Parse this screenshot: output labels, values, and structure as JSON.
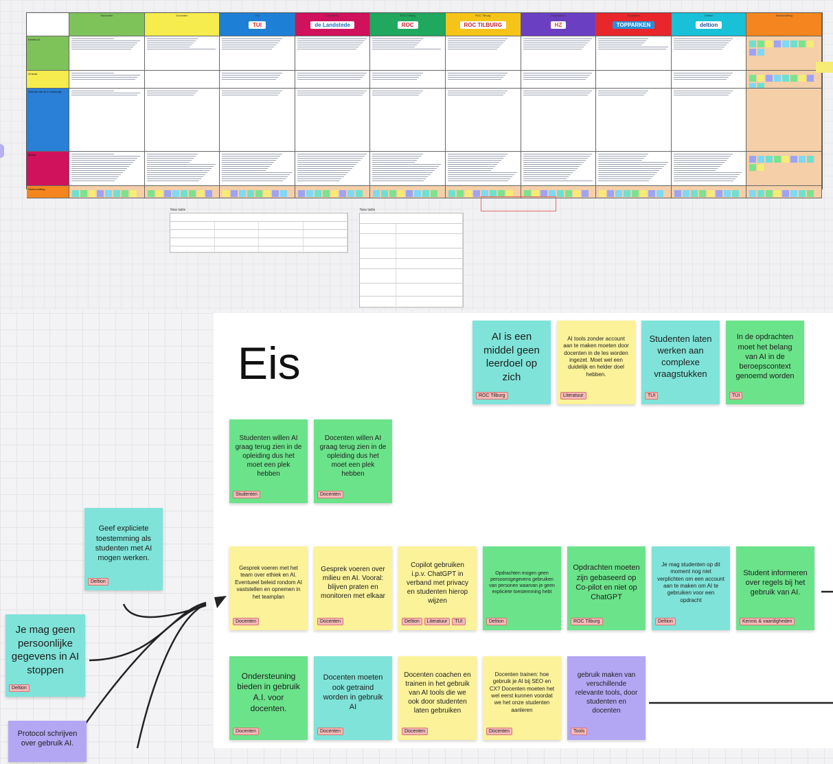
{
  "overview": {
    "columns": [
      {
        "name": "Studenten",
        "color": "#7ec35a"
      },
      {
        "name": "Docenten",
        "color": "#f6ec4d"
      },
      {
        "name": "TUI",
        "color": "#1e7fd6",
        "logo": "TUI",
        "logo_fg": "#e3222b",
        "logo_bg": "#ffffff"
      },
      {
        "name": "Landstede",
        "color": "#d0115c",
        "logo": "de Landstede",
        "logo_fg": "#1b6fb8",
        "logo_bg": "#ffffff"
      },
      {
        "name": "ROC Tilburg",
        "color": "#1fa85e",
        "logo": "ROC",
        "logo_fg": "#c4232b",
        "logo_bg": "#ffffff"
      },
      {
        "name": "ROC Tilburg",
        "color": "#f6c419",
        "logo": "ROC TILBURG",
        "logo_fg": "#c4232b",
        "logo_bg": "#ffffff"
      },
      {
        "name": "Hogeschool",
        "color": "#6b3fc2",
        "logo": "HZ",
        "logo_fg": "#d8432f",
        "logo_bg": "#ffffff"
      },
      {
        "name": "Topparken",
        "color": "#e8262b",
        "logo": "TOPPARKEN",
        "logo_fg": "#ffffff",
        "logo_bg": "#2a8fd8"
      },
      {
        "name": "Deltion",
        "color": "#18c0d8",
        "logo": "deltion",
        "logo_fg": "#1d4f9a",
        "logo_bg": "#ffffff"
      },
      {
        "name": "Samenvatting",
        "color": "#f5861f"
      }
    ],
    "rows": [
      {
        "label": "Kennis AI",
        "color": "#7ec35a"
      },
      {
        "label": "AI tools",
        "color": "#f6ec4d"
      },
      {
        "name": "",
        "label": "Gebruik van AI in onderwijs",
        "color": "#2a7fd6"
      },
      {
        "label": "Beleid",
        "color": "#d0115c"
      },
      {
        "label": "Samenvatting",
        "color": "#f5861f"
      }
    ],
    "table_left_caption": "New table",
    "table_right_caption": "New table"
  },
  "board": {
    "title": "Eis",
    "stickies": [
      {
        "id": "s1",
        "text": "AI is een middel geen leerdoel op zich",
        "tags": [
          "ROC Tilburg"
        ],
        "color": "teal",
        "size": 15
      },
      {
        "id": "s2",
        "text": "AI tools zonder account aan te maken moeten door docenten in de les worden ingezet. Moet wel een duidelijk en helder doel hebben.",
        "tags": [
          "Literatuur"
        ],
        "color": "yellow",
        "size": 8
      },
      {
        "id": "s3",
        "text": "Studenten laten werken aan complexe vraagstukken",
        "tags": [
          "TUI"
        ],
        "color": "teal",
        "size": 13
      },
      {
        "id": "s4",
        "text": "In de opdrachten moet het belang van AI in de beroepscontext genoemd worden",
        "tags": [
          "TUI"
        ],
        "color": "green",
        "size": 11
      },
      {
        "id": "s5",
        "text": "Studenten willen AI graag terug zien in de opleiding dus het moet een plek hebben",
        "tags": [
          "Studenten"
        ],
        "color": "green",
        "size": 10
      },
      {
        "id": "s6",
        "text": "Docenten willen AI graag terug zien in de opleiding dus het moet een plek hebben",
        "tags": [
          "Docenten"
        ],
        "color": "green",
        "size": 10
      },
      {
        "id": "s7",
        "text": "Geef expliciete toestemming als studenten met AI mogen werken.",
        "tags": [
          "Deltion"
        ],
        "color": "teal",
        "size": 11
      },
      {
        "id": "s8",
        "text": "Gesprek voeren met het team over ethiek en AI. Eventueel beleid rondom AI vaststellen en opnemen in het teamplan",
        "tags": [
          "Docenten"
        ],
        "color": "yellow",
        "size": 8
      },
      {
        "id": "s9",
        "text": "Gesprek voeren over milieu en AI. Vooral: blijven praten en monitoren met elkaar",
        "tags": [
          "Docenten"
        ],
        "color": "yellow",
        "size": 10
      },
      {
        "id": "s10",
        "text": "Copilot gebruiken i.p.v. ChatGPT in verband met privacy en studenten hierop wijzen",
        "tags": [
          "Deltion",
          "Literatuur",
          "TUI"
        ],
        "color": "yellow",
        "size": 10
      },
      {
        "id": "s11",
        "text": "Opdrachten mogen geen persoonsgegevens gebruiken van personen waarvan je geen expliciete toestemming hebt",
        "tags": [
          "Deltion"
        ],
        "color": "green",
        "size": 7
      },
      {
        "id": "s12",
        "text": "Opdrachten moeten zijn gebaseerd op Co-pilot en niet op ChatGPT",
        "tags": [
          "ROC Tilburg"
        ],
        "color": "green",
        "size": 11
      },
      {
        "id": "s13",
        "text": "Je mag studenten op dit moment nog niet verplichten om een account aan te maken om AI te gebruiken voor een opdracht",
        "tags": [
          "Deltion"
        ],
        "color": "teal",
        "size": 8
      },
      {
        "id": "s14",
        "text": "Student informeren over regels bij het gebruik van AI.",
        "tags": [
          "Kennis & vaardigheden"
        ],
        "color": "green",
        "size": 11
      },
      {
        "id": "s15",
        "text": "Je mag geen persoonlijke gegevens in AI stoppen",
        "tags": [
          "Deltion"
        ],
        "color": "teal",
        "size": 15
      },
      {
        "id": "s16",
        "text": "Ondersteuning bieden in gebruik A.I. voor docenten.",
        "tags": [
          "Docenten"
        ],
        "color": "green",
        "size": 12
      },
      {
        "id": "s17",
        "text": "Docenten moeten ook getraind worden in gebruik AI",
        "tags": [
          "Docenten"
        ],
        "color": "teal",
        "size": 11
      },
      {
        "id": "s18",
        "text": "Docenten coachen en trainen in het gebruik van AI tools die we ook door studenten laten gebruiken",
        "tags": [
          "Docenten"
        ],
        "color": "yellow",
        "size": 10
      },
      {
        "id": "s19",
        "text": "Docenten trainen: hoe gebruik je AI bij SEO en CX? Docenten moeten het wel eerst kunnen voordat we het onze studenten aanleren",
        "tags": [
          "Docenten"
        ],
        "color": "yellow",
        "size": 8
      },
      {
        "id": "s20",
        "text": "gebruik maken van verschillende relevante tools, door studenten en docenten",
        "tags": [
          "Tools"
        ],
        "color": "purple",
        "size": 10
      },
      {
        "id": "s21",
        "text": "Protocol schrijven over gebruik AI.",
        "tags": [],
        "color": "purple",
        "size": 11
      }
    ]
  }
}
